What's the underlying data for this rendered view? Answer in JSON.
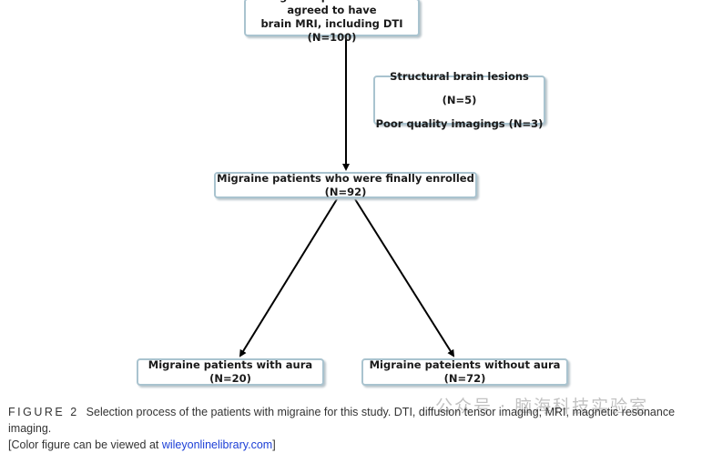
{
  "diagram": {
    "boxes": {
      "initial": {
        "line1": "Migraine patients who agreed to have",
        "line2": "brain MRI, including DTI (N=100)"
      },
      "exclusion": {
        "line1": "Structural brain lesions (N=5)",
        "line2": "Poor quality imagings (N=3)"
      },
      "enrolled": "Migraine patients who were finally enrolled (N=92)",
      "with_aura": "Migraine patients with aura (N=20)",
      "without_aura": "Migraine pateients without aura (N=72)"
    },
    "border_color": "#a9c3cf",
    "arrow_color": "#000000"
  },
  "caption": {
    "label": "FIGURE 2",
    "text": "Selection process of the patients with migraine for this study. DTI, diffusion tensor imaging; MRI, magnetic resonance imaging.",
    "line2_prefix": "[Color figure can be viewed at ",
    "link": "wileyonlinelibrary.com",
    "line2_suffix": "]"
  },
  "watermark": "公众号 · 脑海科技实验室"
}
